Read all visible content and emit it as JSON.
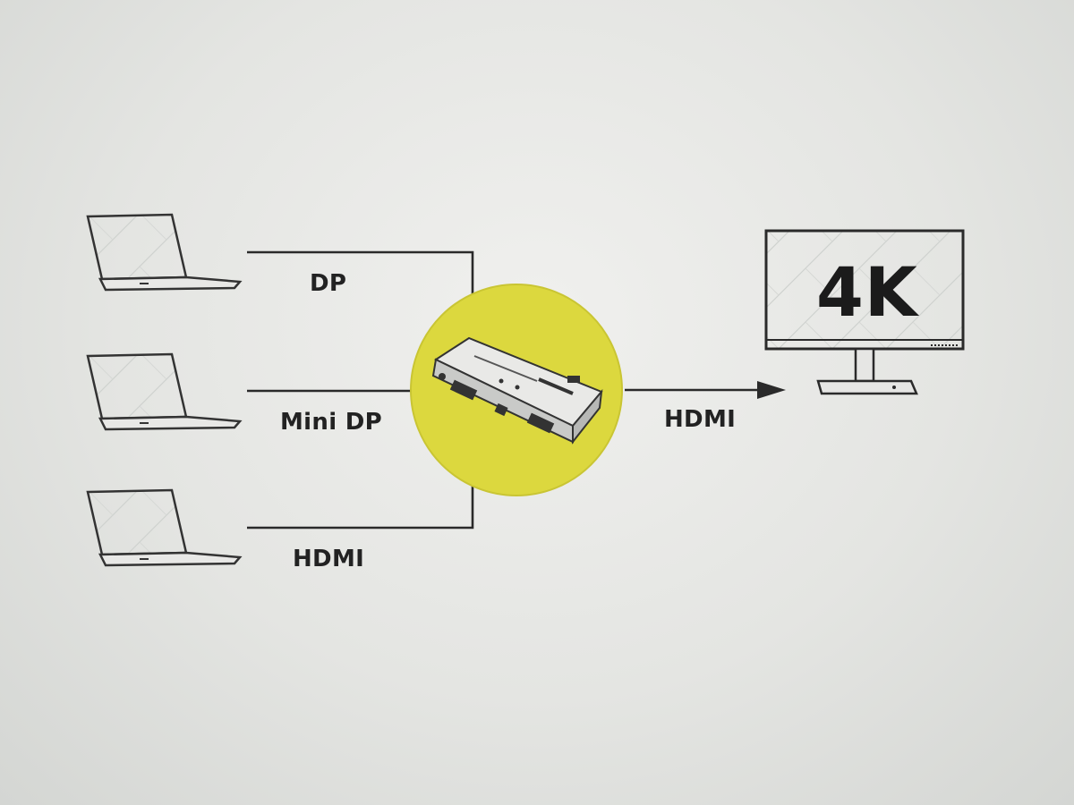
{
  "inputs": [
    {
      "label": "DP"
    },
    {
      "label": "Mini DP"
    },
    {
      "label": "HDMI"
    }
  ],
  "output": {
    "label": "HDMI"
  },
  "display": {
    "resolution": "4K"
  },
  "colors": {
    "hub_circle": "#dcd83e",
    "line": "#2a2a2a"
  }
}
